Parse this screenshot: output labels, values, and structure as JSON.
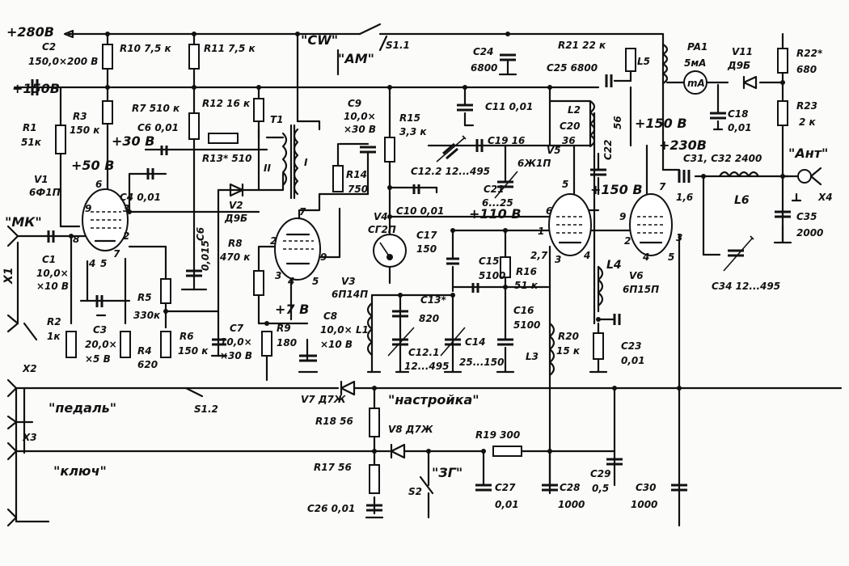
{
  "rails": {
    "p280": "+280В",
    "p150": "+150 В",
    "p150b": "+150 В",
    "p230": "+230В",
    "p110": "+110 В",
    "p50": "+50 В",
    "p30": "+30 В",
    "p7": "+7 В"
  },
  "switch": {
    "cw": "\"CW\"",
    "am": "\"AM\"",
    "s11": "S1.1",
    "s12": "S1.2",
    "s2": "S2"
  },
  "connectors": {
    "mk": "\"МК\"",
    "x1": "X1",
    "x2": "X2",
    "x3": "X3",
    "x4": "X4",
    "pedal": "\"педаль\"",
    "key": "\"ключ\"",
    "ant": "\"Ант\"",
    "tuning": "\"настройка\"",
    "zg": "\"ЗГ\""
  },
  "tubes": {
    "v1n": "V1",
    "v1t": "6Ф1П",
    "v3n": "V3",
    "v3t": "6П14П",
    "v4n": "V4",
    "v4t": "СГ2П",
    "v5n": "V5",
    "v5t": "6Ж1П",
    "v6n": "V6",
    "v6t": "6П15П"
  },
  "diodes": {
    "v2n": "V2",
    "v2t": "Д9Б",
    "v7": "V7  Д7Ж",
    "v8": "V8  Д7Ж",
    "v11n": "V11",
    "v11t": "Д9Б"
  },
  "meter": {
    "name": "PA1",
    "val": "5мА",
    "sym": "mA"
  },
  "resistors": {
    "r1n": "R1",
    "r1v": "51к",
    "r2n": "R2",
    "r2v": "1к",
    "r3n": "R3",
    "r3v": "150 к",
    "r4n": "R4",
    "r4v": "620",
    "r5n": "R5",
    "r5v": "330к",
    "r6n": "R6",
    "r6v": "150 к",
    "r7": "R7  510 к",
    "r8n": "R8",
    "r8v": "470 к",
    "r9n": "R9",
    "r9v": "180",
    "r10": "R10  7,5 к",
    "r11": "R11  7,5 к",
    "r12": "R12  16 к",
    "r13": "R13*  510",
    "r14n": "R14",
    "r14v": "750",
    "r15n": "R15",
    "r15v": "3,3 к",
    "r16n": "R16",
    "r16v": "51 к",
    "r17": "R17  56",
    "r18": "R18  56",
    "r19": "R19  300",
    "r20n": "R20",
    "r20v": "15 к",
    "r21": "R21  22 к",
    "r22n": "R22*",
    "r22v": "680",
    "r23n": "R23",
    "r23v": "2 к"
  },
  "capacitors": {
    "c1n": "C1",
    "c1v": "10,0×",
    "c1v2": "×10 В",
    "c2": "C2",
    "c2v": "150,0×200 В",
    "c3n": "C3",
    "c3v": "20,0×",
    "c3v2": "×5 В",
    "c4": "C4  0,01",
    "c5": "C6  0,01",
    "c6n": "C6",
    "c6v": "0,015",
    "c7n": "C7",
    "c7v": "10,0×",
    "c7v2": "×30 В",
    "c8n": "C8",
    "c8v": "10,0×",
    "c8v2": "×10 В",
    "c9n": "C9",
    "c9v": "10,0×",
    "c9v2": "×30 В",
    "c10": "C10  0,01",
    "c11": "C11  0,01",
    "c12": "C12.2  12...495",
    "c12b": "C12.1",
    "c12bv": "12...495",
    "c13n": "C13*",
    "c13v": "820",
    "c14n": "C14",
    "c14v": "25...150",
    "c15n": "C15",
    "c15v": "5100",
    "c16n": "C16",
    "c16v": "5100",
    "c17n": "C17",
    "c17v": "150",
    "c19": "C19  16",
    "c20n": "C20",
    "c20v": "36",
    "c21n": "C21",
    "c21v": "6...25",
    "c22": "C22",
    "c22v": "56",
    "c23n": "C23",
    "c23v": "0,01",
    "c24n": "C24",
    "c24v": "6800",
    "c25": "C25  6800",
    "c26": "C26  0,01",
    "c27n": "C27",
    "c27v": "0,01",
    "c28n": "C28",
    "c28v": "1000",
    "c29n": "C29",
    "c29v": "0,5",
    "c30n": "C30",
    "c30v": "1000",
    "c31": "C31, C32  2400",
    "c1_6": "1,6",
    "c18n": "C18",
    "c18v": "0,01",
    "c34": "C34  12...495",
    "c35n": "C35",
    "c35v": "2000"
  },
  "inductors": {
    "t1": "T1",
    "tI": "I",
    "tII": "II",
    "l1": "L1",
    "l2": "L2",
    "l3": "L3",
    "l4": "L4",
    "l5": "L5",
    "l6": "L6"
  },
  "pins": {
    "p1": "1",
    "p2": "2",
    "p3": "3",
    "p4": "4",
    "p5": "5",
    "p6": "6",
    "p7": "7",
    "p8": "8",
    "p9": "9",
    "p27": "2,7"
  }
}
